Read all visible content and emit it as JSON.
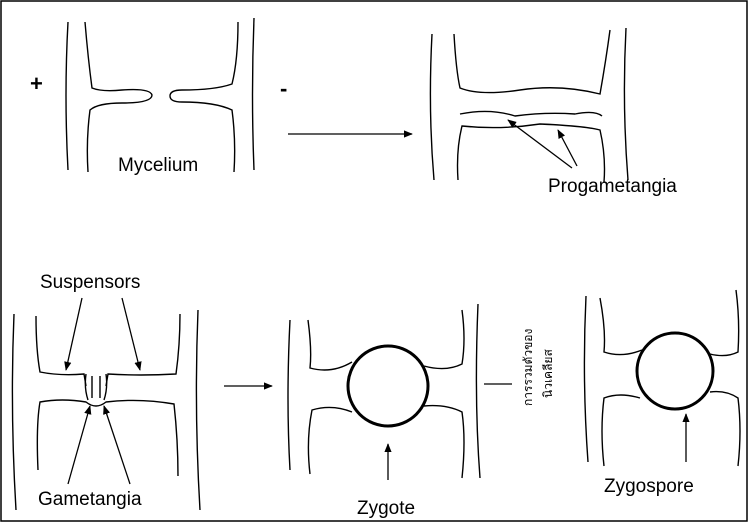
{
  "signs": {
    "plus": "+",
    "minus": "-"
  },
  "labels": {
    "mycelium": "Mycelium",
    "progametangia": "Progametangia",
    "suspensors": "Suspensors",
    "gametangia": "Gametangia",
    "zygote": "Zygote",
    "zygospore": "Zygospore"
  },
  "vertical_text": {
    "line1": "การรวมตัวของ",
    "line2": "นิวเคลียส"
  }
}
